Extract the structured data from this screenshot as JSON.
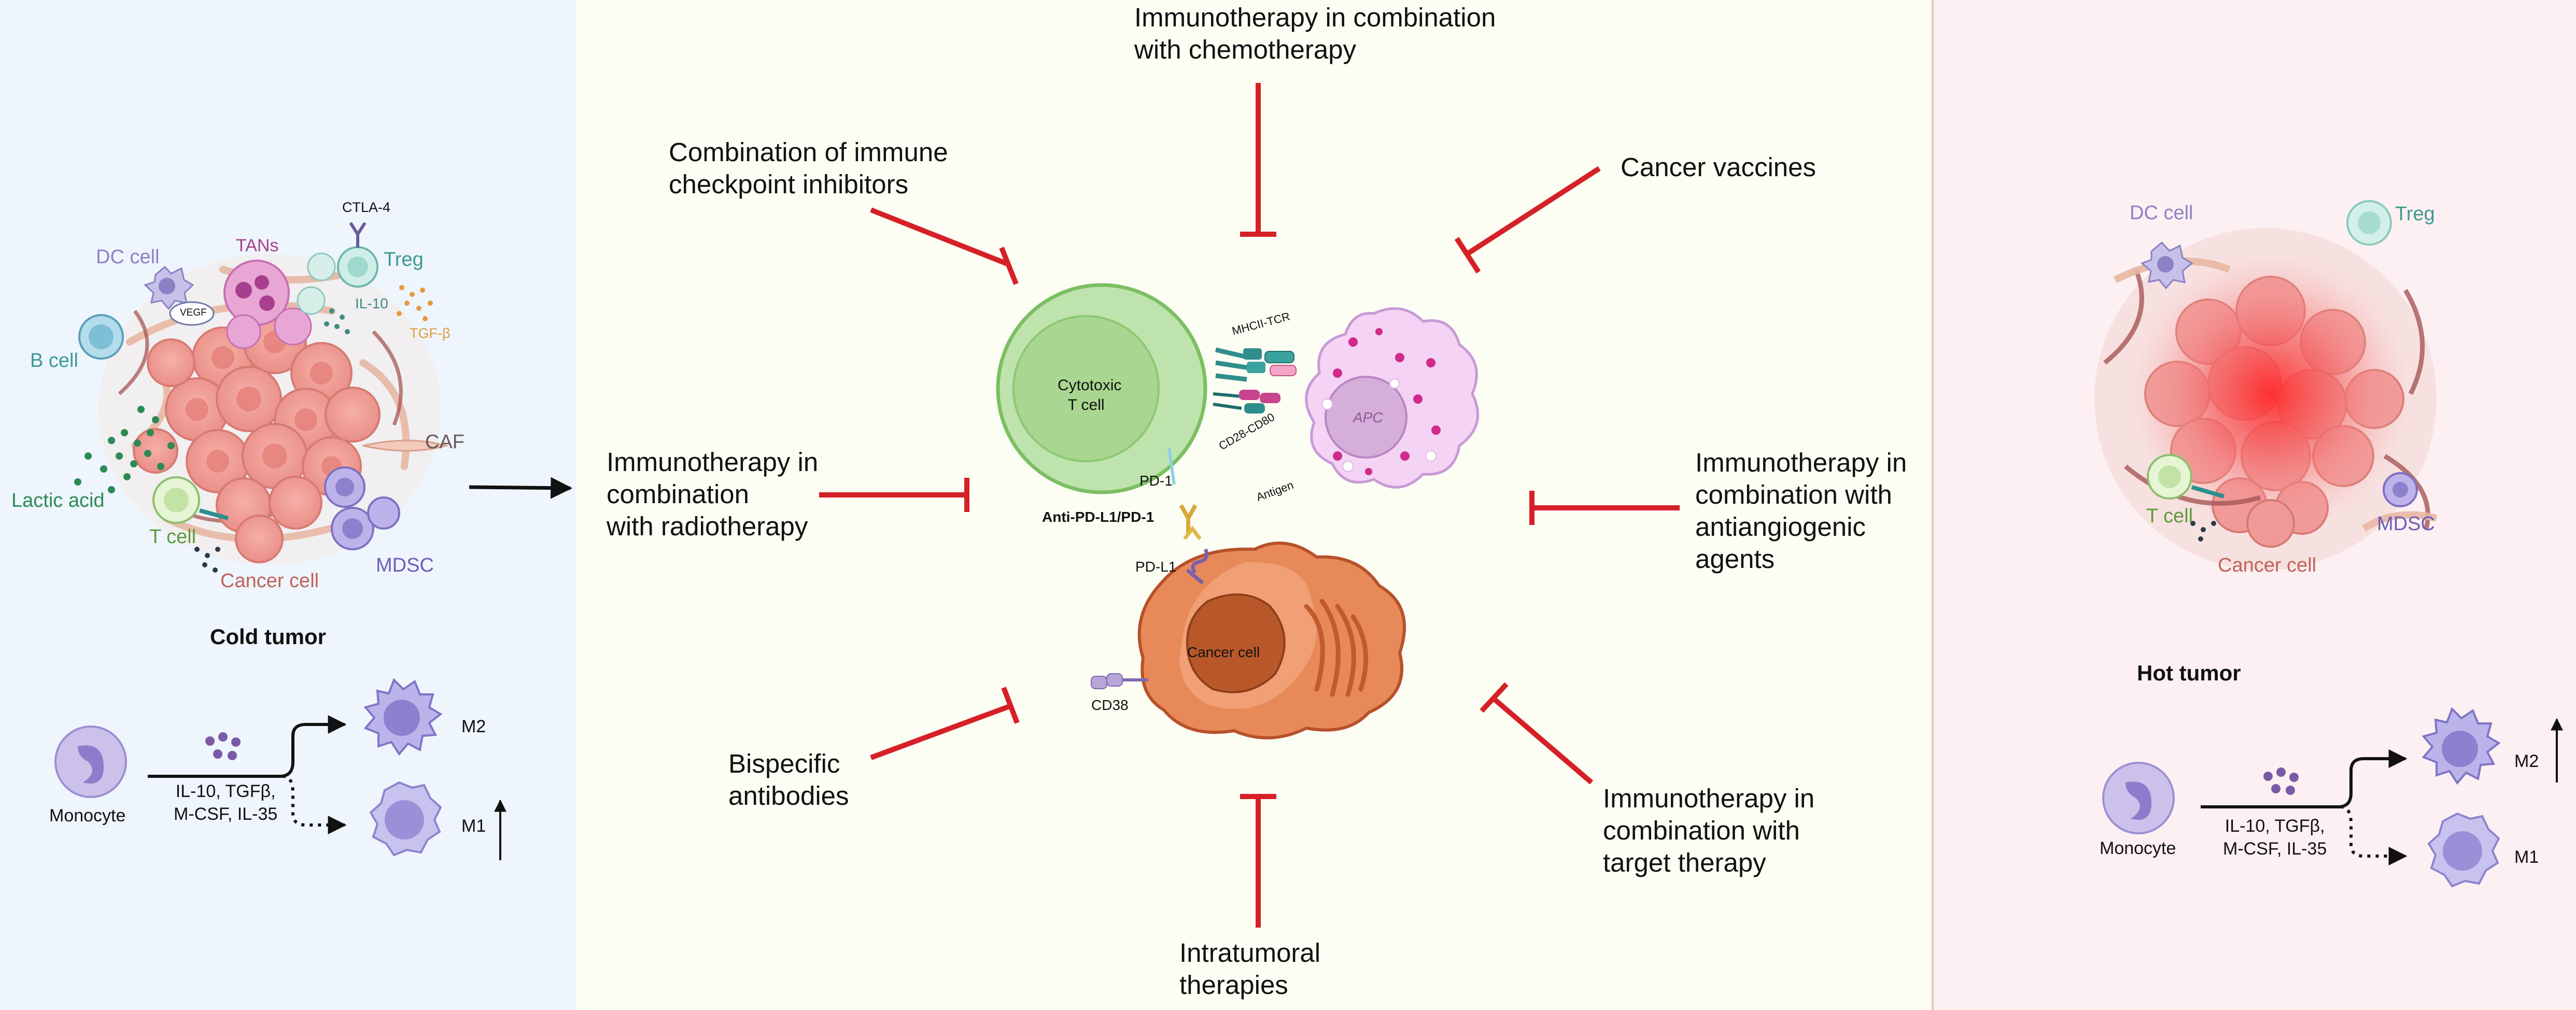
{
  "colors": {
    "cold_panel": "#eef5fd",
    "center_panel": "#fcfdf3",
    "hot_panel": "#fdf0f2",
    "inhibitor": "#d62027",
    "cancer_cell": "#e8895a",
    "t_cell": "#bfe3ad",
    "apc": "#f4d3f4",
    "macrophage": "#b6b0e6"
  },
  "cold_tumor": {
    "title": "Cold tumor",
    "labels": {
      "dc_cell": "DC cell",
      "tans": "TANs",
      "ctla4": "CTLA-4",
      "treg": "Treg",
      "il10": "IL-10",
      "tgfb": "TGF-β",
      "vegf": "VEGF",
      "b_cell": "B cell",
      "caf": "CAF",
      "lactic_acid": "Lactic acid",
      "t_cell": "T cell",
      "mdsc": "MDSC",
      "cancer_cell": "Cancer cell"
    },
    "polarization": {
      "monocyte": "Monocyte",
      "cytokines": "IL-10, TGFβ,\nM-CSF, IL-35",
      "m2": "M2",
      "m1": "M1",
      "arrow_on": "M1"
    }
  },
  "center": {
    "strategies": {
      "chemo": "Immunotherapy in combination\nwith chemotherapy",
      "checkpoint": "Combination of immune\ncheckpoint inhibitors",
      "vaccines": "Cancer vaccines",
      "radio": "Immunotherapy in\ncombination\nwith radiotherapy",
      "antiangio": "Immunotherapy in\ncombination with\nantiangiogenic\nagents",
      "bispecific": "Bispecific\nantibodies",
      "target": "Immunotherapy in\ncombination with\ntarget therapy",
      "intratumoral": "Intratumoral\ntherapies"
    },
    "synapse": {
      "cytotoxic": "Cytotoxic\nT cell",
      "apc": "APC",
      "mhcii_tcr": "MHCII-TCR",
      "cd28_cd80": "CD28-CD80",
      "antigen": "Antigen",
      "pd1": "PD-1",
      "anti": "Anti-PD-L1/PD-1",
      "pdl1": "PD-L1",
      "cancer_cell": "Cancer cell",
      "cd38": "CD38"
    }
  },
  "hot_tumor": {
    "title": "Hot tumor",
    "labels": {
      "dc_cell": "DC cell",
      "treg": "Treg",
      "t_cell": "T cell",
      "mdsc": "MDSC",
      "cancer_cell": "Cancer cell"
    },
    "polarization": {
      "monocyte": "Monocyte",
      "cytokines": "IL-10, TGFβ,\nM-CSF, IL-35",
      "m2": "M2",
      "m1": "M1",
      "arrow_on": "M2"
    }
  }
}
